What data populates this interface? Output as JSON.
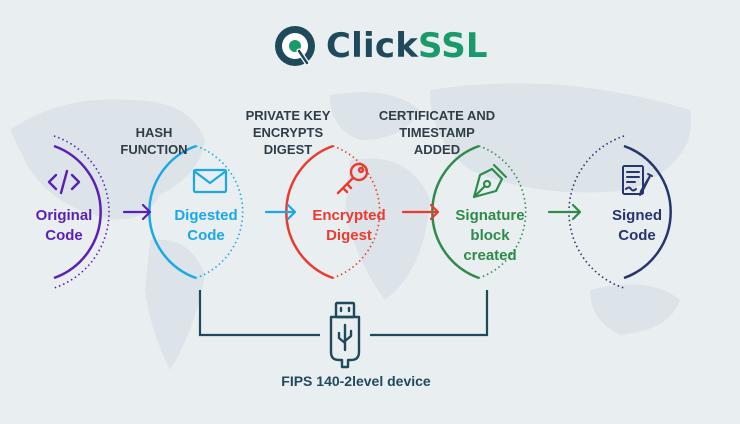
{
  "brand": {
    "name_part1": "Click",
    "name_part2": "SSL"
  },
  "steps": [
    {
      "line1": "Original",
      "line2": "Code",
      "color": "#5b1fb7",
      "icon": "code-icon"
    },
    {
      "line1": "Digested",
      "line2": "Code",
      "color": "#1aa9e6",
      "icon": "envelope-icon"
    },
    {
      "line1": "Encrypted",
      "line2": "Digest",
      "color": "#ea3b2e",
      "icon": "key-icon"
    },
    {
      "line1": "Signature",
      "line2": "block",
      "line3": "created",
      "color": "#2e8b4a",
      "icon": "pen-nib-icon"
    },
    {
      "line1": "Signed",
      "line2": "Code",
      "color": "#26356e",
      "icon": "signed-document-icon"
    }
  ],
  "process_labels": [
    {
      "line1": "HASH",
      "line2": "FUNCTION"
    },
    {
      "line1": "PRIVATE KEY",
      "line2": "ENCRYPTS",
      "line3": "DIGEST"
    },
    {
      "line1": "CERTIFICATE AND",
      "line2": "TIMESTAMP",
      "line3": "ADDED"
    }
  ],
  "device": {
    "label": "FIPS 140-2level device",
    "icon": "usb-drive-icon",
    "color": "#1f4a5c"
  }
}
